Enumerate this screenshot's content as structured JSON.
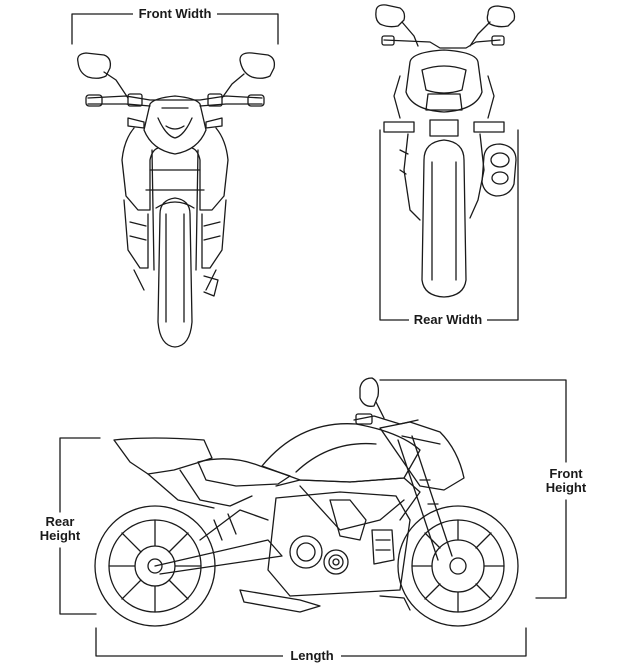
{
  "labels": {
    "front_width": "Front Width",
    "rear_width": "Rear Width",
    "rear_height_line1": "Rear",
    "rear_height_line2": "Height",
    "front_height_line1": "Front",
    "front_height_line2": "Height",
    "length": "Length"
  },
  "colors": {
    "line": "#1a1a1a",
    "background": "#ffffff"
  }
}
